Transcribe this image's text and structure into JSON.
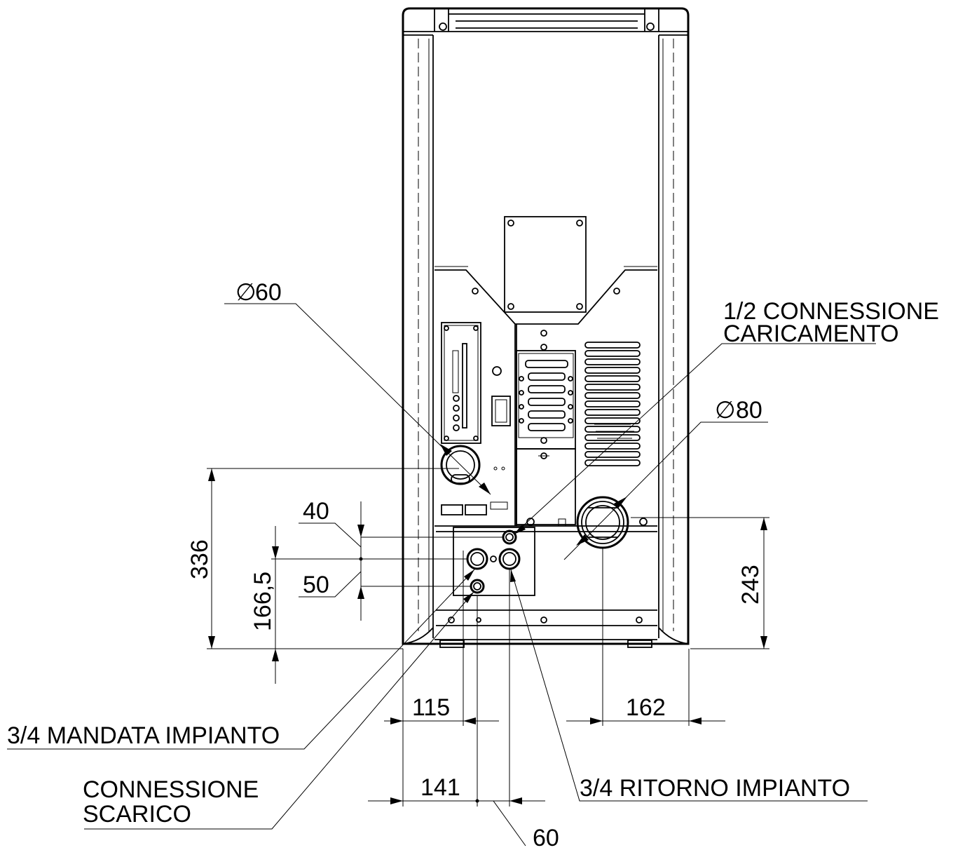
{
  "labels": {
    "diameter_60": "60",
    "diameter_80": "80",
    "connessione_caricamento_line1": "1/2 CONNESSIONE",
    "connessione_caricamento_line2": "CARICAMENTO",
    "mandata_impianto": "3/4 MANDATA IMPIANTO",
    "connessione_scarico_line1": "CONNESSIONE",
    "connessione_scarico_line2": "SCARICO",
    "ritorno_impianto": "3/4 RITORNO IMPIANTO"
  },
  "dimensions": {
    "d336": "336",
    "d166_5": "166,5",
    "d40": "40",
    "d50": "50",
    "d243": "243",
    "d115": "115",
    "d162": "162",
    "d141": "141",
    "d60": "60"
  },
  "symbols": {
    "diameter": "∅"
  }
}
